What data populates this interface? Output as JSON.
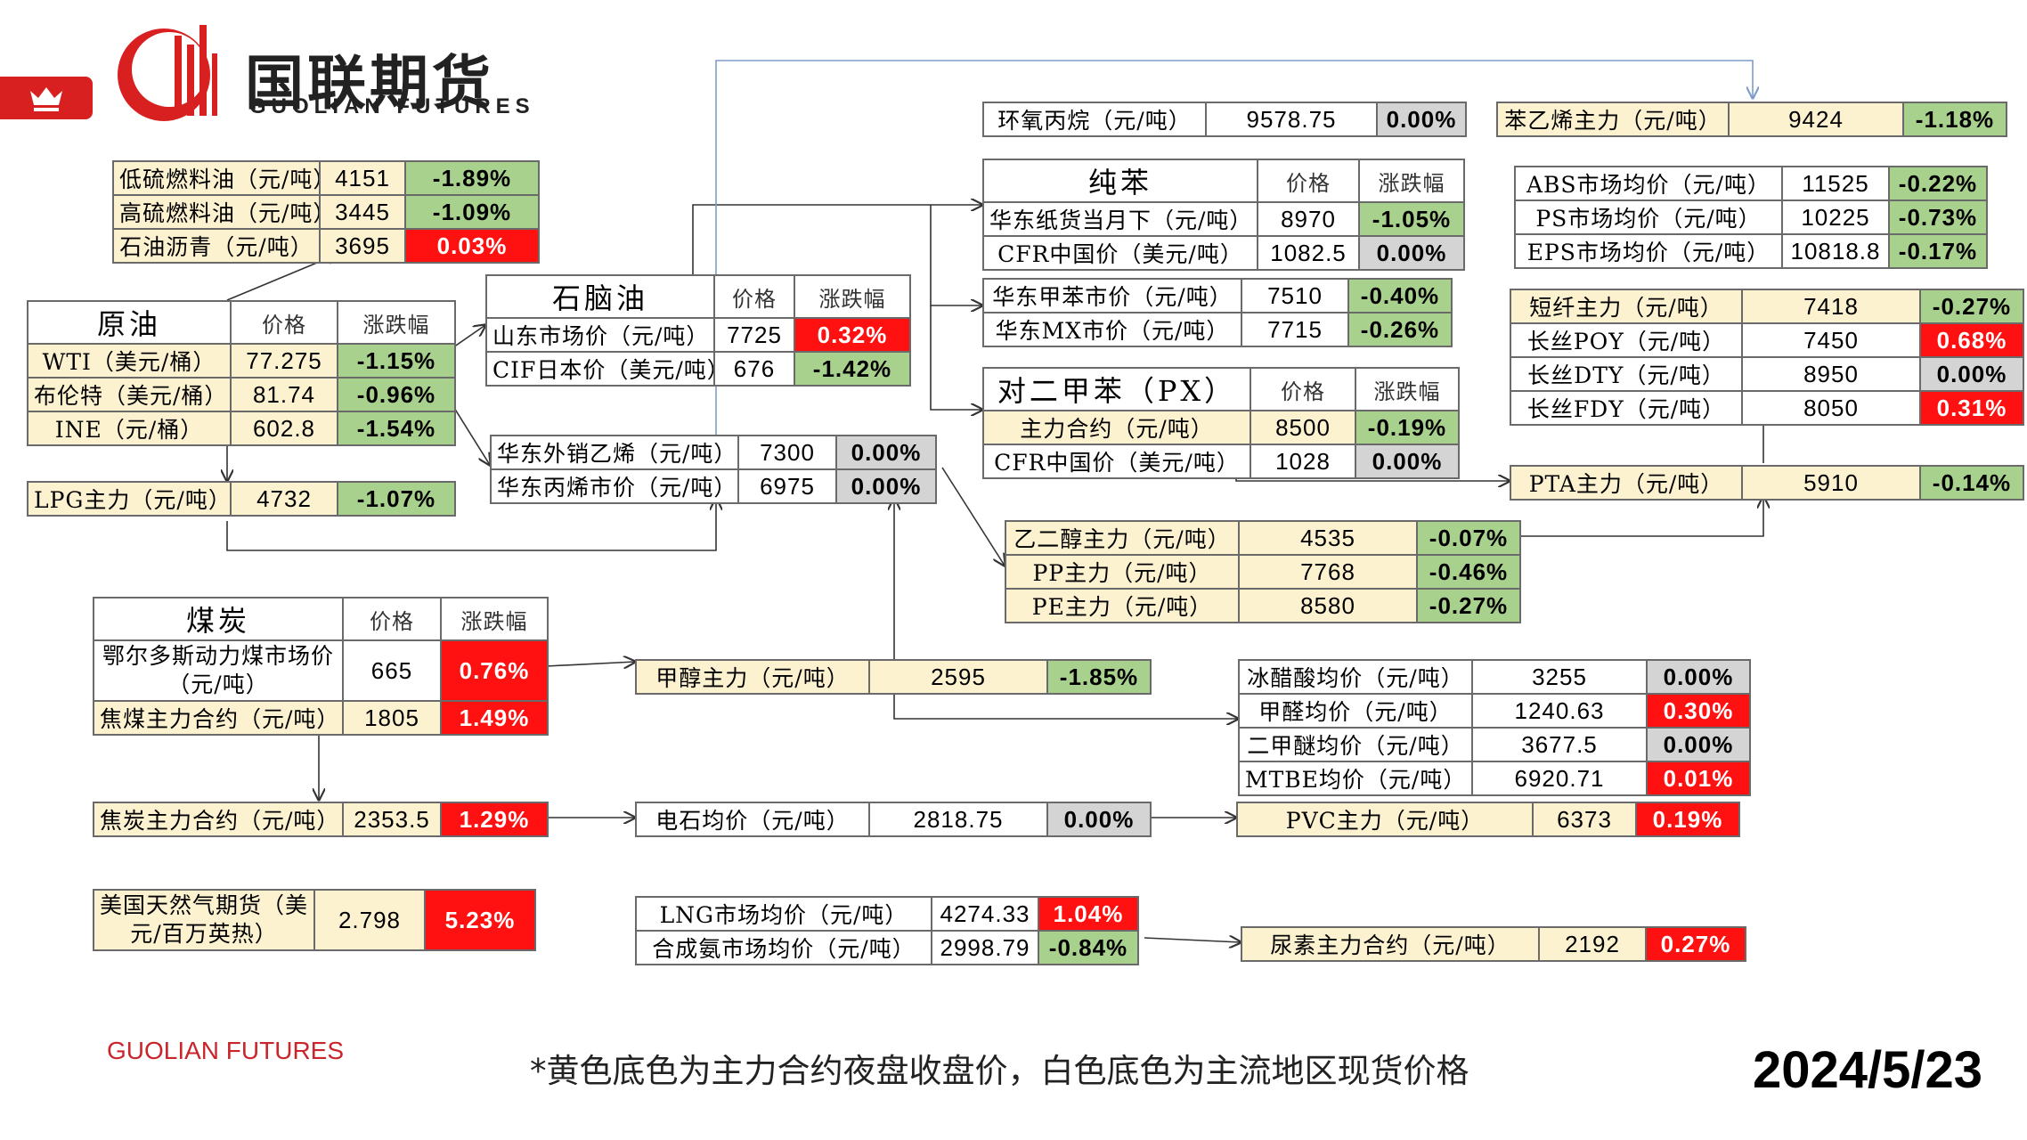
{
  "brand": {
    "name_cn": "国联期货",
    "name_en": "GUOLIAN  FUTURES",
    "footer": "GUOLIAN FUTURES"
  },
  "header_cols": {
    "price": "价格",
    "change": "涨跌幅"
  },
  "footnote": "*黄色底色为主力合约夜盘收盘价，白色底色为主流地区现货价格",
  "date": "2024/5/23",
  "colors": {
    "up": "#ff1111",
    "down": "#a8d18d",
    "flat": "#d4d4d4",
    "futures_bg": "#fdf2d0",
    "brand_red": "#c8262c"
  },
  "icons": {
    "badge": "crown-icon"
  },
  "fuel": [
    {
      "name": "低硫燃料油（元/吨）",
      "price": "4151",
      "change": "-1.89%",
      "dir": "dn",
      "y": true
    },
    {
      "name": "高硫燃料油（元/吨）",
      "price": "3445",
      "change": "-1.09%",
      "dir": "dn",
      "y": true
    },
    {
      "name": "石油沥青（元/吨）",
      "price": "3695",
      "change": "0.03%",
      "dir": "up",
      "y": true
    }
  ],
  "crude": {
    "title": "原油",
    "rows": [
      {
        "name": "WTI（美元/桶）",
        "price": "77.275",
        "change": "-1.15%",
        "dir": "dn",
        "y": true
      },
      {
        "name": "布伦特（美元/桶）",
        "price": "81.74",
        "change": "-0.96%",
        "dir": "dn",
        "y": true
      },
      {
        "name": "INE（元/桶）",
        "price": "602.8",
        "change": "-1.54%",
        "dir": "dn",
        "y": true
      }
    ]
  },
  "lpg": [
    {
      "name": "LPG主力（元/吨）",
      "price": "4732",
      "change": "-1.07%",
      "dir": "dn",
      "y": true
    }
  ],
  "naphtha": {
    "title": "石脑油",
    "rows": [
      {
        "name": "山东市场价（元/吨）",
        "price": "7725",
        "change": "0.32%",
        "dir": "up",
        "y": false
      },
      {
        "name": "CIF日本价（美元/吨）",
        "price": "676",
        "change": "-1.42%",
        "dir": "dn",
        "y": false
      }
    ]
  },
  "olefins": [
    {
      "name": "华东外销乙烯（元/吨）",
      "price": "7300",
      "change": "0.00%",
      "dir": "fl",
      "y": false
    },
    {
      "name": "华东丙烯市价（元/吨）",
      "price": "6975",
      "change": "0.00%",
      "dir": "fl",
      "y": false
    }
  ],
  "epoxy": [
    {
      "name": "环氧丙烷（元/吨）",
      "price": "9578.75",
      "change": "0.00%",
      "dir": "fl",
      "y": false
    }
  ],
  "styrene": [
    {
      "name": "苯乙烯主力（元/吨）",
      "price": "9424",
      "change": "-1.18%",
      "dir": "dn",
      "y": true
    }
  ],
  "benzene": {
    "title": "纯苯",
    "rows": [
      {
        "name": "华东纸货当月下（元/吨）",
        "price": "8970",
        "change": "-1.05%",
        "dir": "dn",
        "y": false
      },
      {
        "name": "CFR中国价（美元/吨）",
        "price": "1082.5",
        "change": "0.00%",
        "dir": "fl",
        "y": false
      }
    ]
  },
  "plastics": [
    {
      "name": "ABS市场均价（元/吨）",
      "price": "11525",
      "change": "-0.22%",
      "dir": "dn",
      "y": false
    },
    {
      "name": "PS市场均价（元/吨）",
      "price": "10225",
      "change": "-0.73%",
      "dir": "dn",
      "y": false
    },
    {
      "name": "EPS市场均价（元/吨）",
      "price": "10818.8",
      "change": "-0.17%",
      "dir": "dn",
      "y": false
    }
  ],
  "toluene": [
    {
      "name": "华东甲苯市价（元/吨）",
      "price": "7510",
      "change": "-0.40%",
      "dir": "dn",
      "y": false
    },
    {
      "name": "华东MX市价（元/吨）",
      "price": "7715",
      "change": "-0.26%",
      "dir": "dn",
      "y": false
    }
  ],
  "fibers": [
    {
      "name": "短纤主力（元/吨）",
      "price": "7418",
      "change": "-0.27%",
      "dir": "dn",
      "y": true
    },
    {
      "name": "长丝POY（元/吨）",
      "price": "7450",
      "change": "0.68%",
      "dir": "up",
      "y": false
    },
    {
      "name": "长丝DTY（元/吨）",
      "price": "8950",
      "change": "0.00%",
      "dir": "fl",
      "y": false
    },
    {
      "name": "长丝FDY（元/吨）",
      "price": "8050",
      "change": "0.31%",
      "dir": "up",
      "y": false
    }
  ],
  "px": {
    "title": "对二甲苯（PX）",
    "rows": [
      {
        "name": "主力合约（元/吨）",
        "price": "8500",
        "change": "-0.19%",
        "dir": "dn",
        "y": true
      },
      {
        "name": "CFR中国价（美元/吨）",
        "price": "1028",
        "change": "0.00%",
        "dir": "fl",
        "y": false
      }
    ]
  },
  "pta": [
    {
      "name": "PTA主力（元/吨）",
      "price": "5910",
      "change": "-0.14%",
      "dir": "dn",
      "y": true
    }
  ],
  "glycol": [
    {
      "name": "乙二醇主力（元/吨）",
      "price": "4535",
      "change": "-0.07%",
      "dir": "dn",
      "y": true
    },
    {
      "name": "PP主力（元/吨）",
      "price": "7768",
      "change": "-0.46%",
      "dir": "dn",
      "y": true
    },
    {
      "name": "PE主力（元/吨）",
      "price": "8580",
      "change": "-0.27%",
      "dir": "dn",
      "y": true
    }
  ],
  "coal": {
    "title": "煤炭",
    "rows": [
      {
        "name": "鄂尔多斯动力煤市场价（元/吨）",
        "price": "665",
        "change": "0.76%",
        "dir": "up",
        "y": false
      },
      {
        "name": "焦煤主力合约（元/吨）",
        "price": "1805",
        "change": "1.49%",
        "dir": "up",
        "y": true
      }
    ]
  },
  "methanol": [
    {
      "name": "甲醇主力（元/吨）",
      "price": "2595",
      "change": "-1.85%",
      "dir": "dn",
      "y": true
    }
  ],
  "methanol_down": [
    {
      "name": "冰醋酸均价（元/吨）",
      "price": "3255",
      "change": "0.00%",
      "dir": "fl",
      "y": false
    },
    {
      "name": "甲醛均价（元/吨）",
      "price": "1240.63",
      "change": "0.30%",
      "dir": "up",
      "y": false
    },
    {
      "name": "二甲醚均价（元/吨）",
      "price": "3677.5",
      "change": "0.00%",
      "dir": "fl",
      "y": false
    },
    {
      "name": "MTBE均价（元/吨）",
      "price": "6920.71",
      "change": "0.01%",
      "dir": "up",
      "y": false
    }
  ],
  "coke": [
    {
      "name": "焦炭主力合约（元/吨）",
      "price": "2353.5",
      "change": "1.29%",
      "dir": "up",
      "y": true
    }
  ],
  "carbide": [
    {
      "name": "电石均价（元/吨）",
      "price": "2818.75",
      "change": "0.00%",
      "dir": "fl",
      "y": false
    }
  ],
  "pvc": [
    {
      "name": "PVC主力（元/吨）",
      "price": "6373",
      "change": "0.19%",
      "dir": "up",
      "y": true
    }
  ],
  "natgas": [
    {
      "name": "美国天然气期货（美元/百万英热）",
      "price": "2.798",
      "change": "5.23%",
      "dir": "up",
      "y": true
    }
  ],
  "lng": [
    {
      "name": "LNG市场均价（元/吨）",
      "price": "4274.33",
      "change": "1.04%",
      "dir": "up",
      "y": false
    },
    {
      "name": "合成氨市场均价（元/吨）",
      "price": "2998.79",
      "change": "-0.84%",
      "dir": "dn",
      "y": false
    }
  ],
  "urea": [
    {
      "name": "尿素主力合约（元/吨）",
      "price": "2192",
      "change": "0.27%",
      "dir": "up",
      "y": true
    }
  ]
}
